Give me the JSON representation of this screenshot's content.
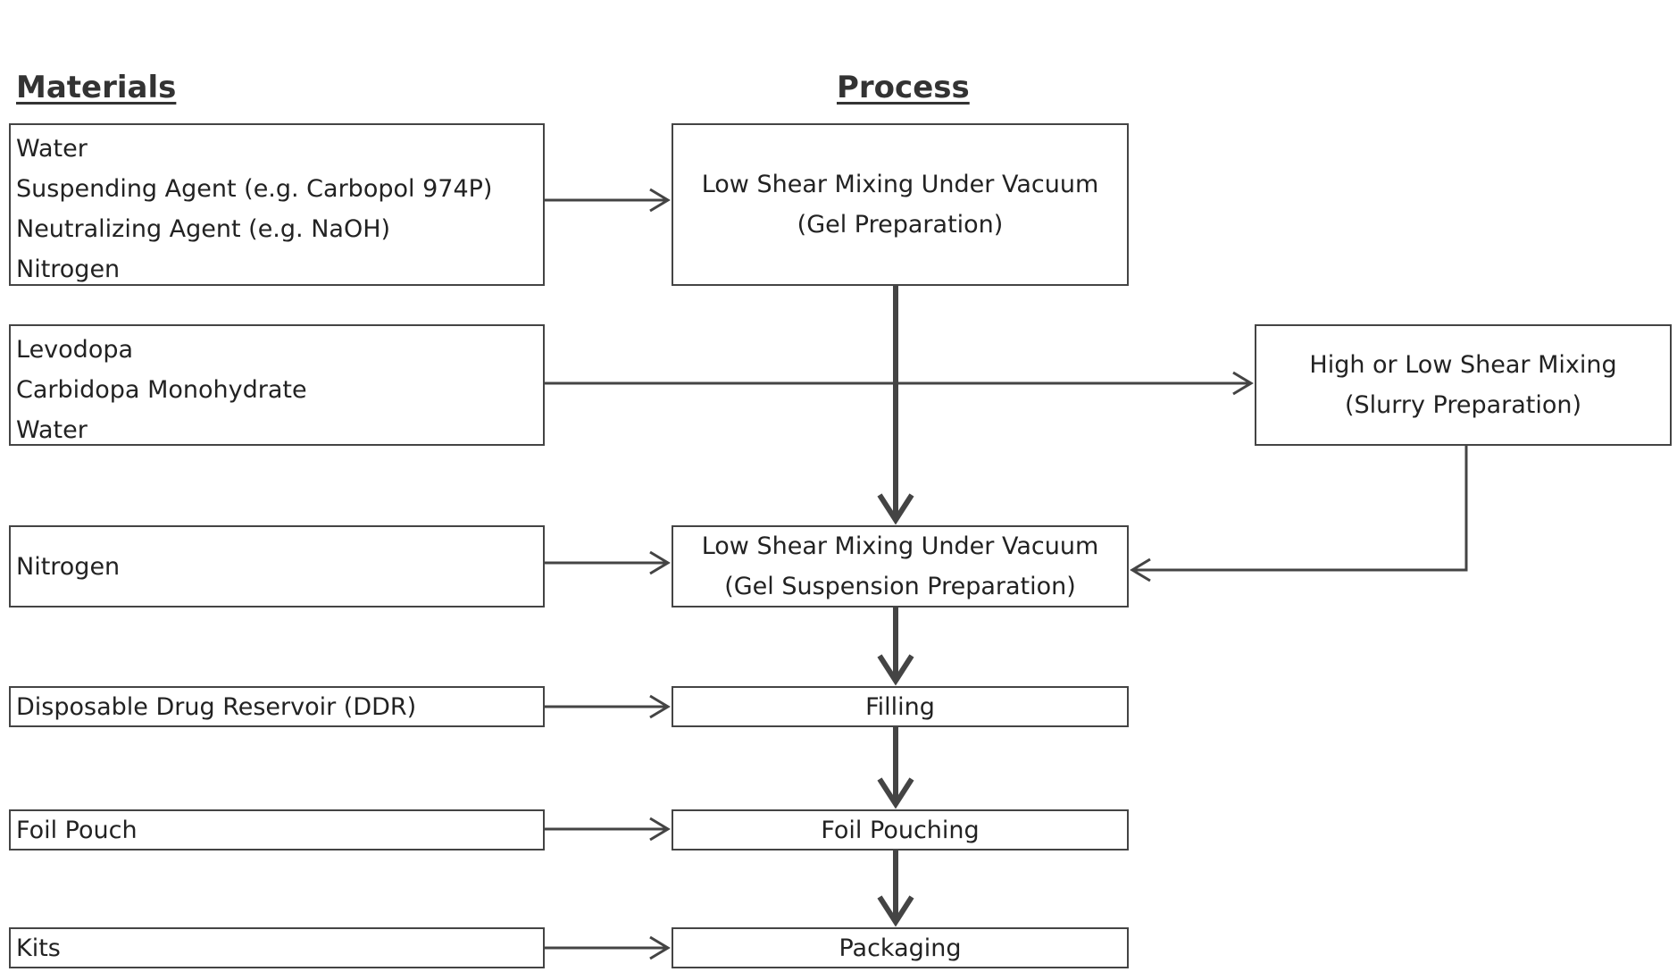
{
  "headings": {
    "materials": "Materials",
    "process": "Process"
  },
  "materials": {
    "gel": [
      "Water",
      "Suspending Agent (e.g. Carbopol 974P)",
      "Neutralizing Agent (e.g. NaOH)",
      "Nitrogen"
    ],
    "slurry": [
      "Levodopa",
      "Carbidopa Monohydrate",
      "Water"
    ],
    "nitrogen": "Nitrogen",
    "ddr": "Disposable Drug Reservoir (DDR)",
    "foil": "Foil Pouch",
    "kits": "Kits"
  },
  "process": {
    "gel": [
      "Low Shear Mixing Under Vacuum",
      "(Gel Preparation)"
    ],
    "slurry": [
      "High or Low Shear Mixing",
      "(Slurry Preparation)"
    ],
    "suspension": [
      "Low Shear Mixing Under Vacuum",
      "(Gel Suspension Preparation)"
    ],
    "filling": "Filling",
    "pouching": "Foil Pouching",
    "packaging": "Packaging"
  }
}
